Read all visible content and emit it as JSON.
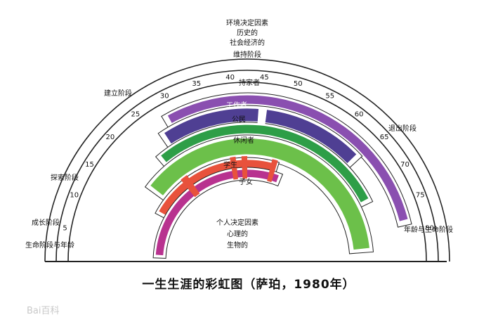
{
  "diagram": {
    "title": "一生生涯的彩虹图（萨珀，1980年）",
    "top_factors": [
      "环境决定因素",
      "历史的",
      "社会经济的"
    ],
    "inner_factors": [
      "个人决定因素",
      "心理的",
      "生物的"
    ],
    "stages": {
      "maintenance": "维持阶段",
      "establishment": "建立阶段",
      "exploration": "探索阶段",
      "growth": "成长阶段",
      "life_stage_age": "生命阶段与年龄",
      "decline": "退出阶段",
      "age_life_stage": "年龄与生命阶段"
    },
    "ages": [
      "5",
      "10",
      "15",
      "20",
      "25",
      "30",
      "35",
      "40",
      "45",
      "50",
      "55",
      "60",
      "65",
      "70",
      "75",
      "80"
    ],
    "roles": [
      {
        "label": "持家者",
        "color": "#8a4fb0"
      },
      {
        "label": "工作者",
        "color": "#4f3f93"
      },
      {
        "label": "公民",
        "color": "#2e9e47"
      },
      {
        "label": "休闲者",
        "color": "#6cc04a"
      },
      {
        "label": "学生",
        "color": "#e8523c"
      },
      {
        "label": "子女",
        "color": "#b8328f"
      }
    ],
    "watermark": "Bai百科"
  }
}
